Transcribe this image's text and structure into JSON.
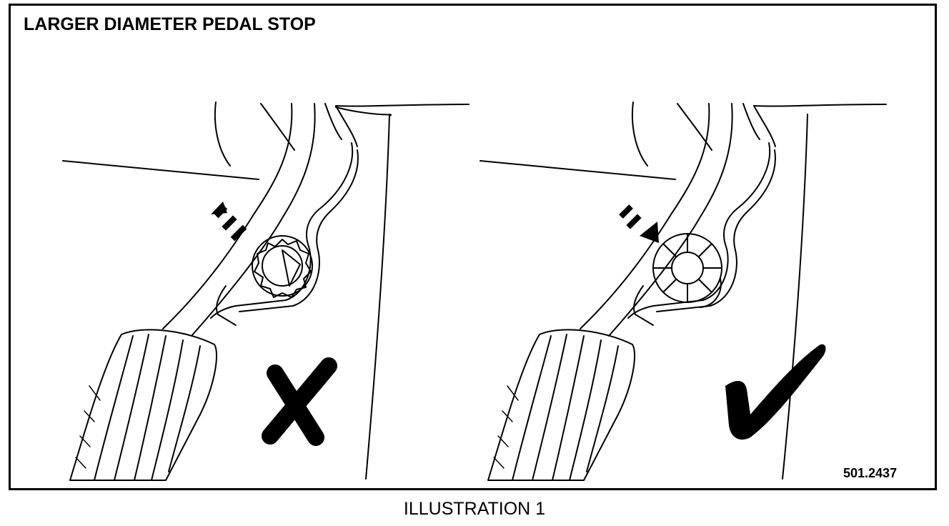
{
  "title": "LARGER DIAMETER PEDAL STOP",
  "reference_number": "501.2437",
  "caption": "ILLUSTRATION 1",
  "panels": [
    {
      "verdict": "incorrect",
      "mark_icon": "x-mark-icon",
      "stop": "small"
    },
    {
      "verdict": "correct",
      "mark_icon": "check-mark-icon",
      "stop": "large"
    }
  ],
  "colors": {
    "ink": "#000000",
    "paper": "#ffffff"
  }
}
